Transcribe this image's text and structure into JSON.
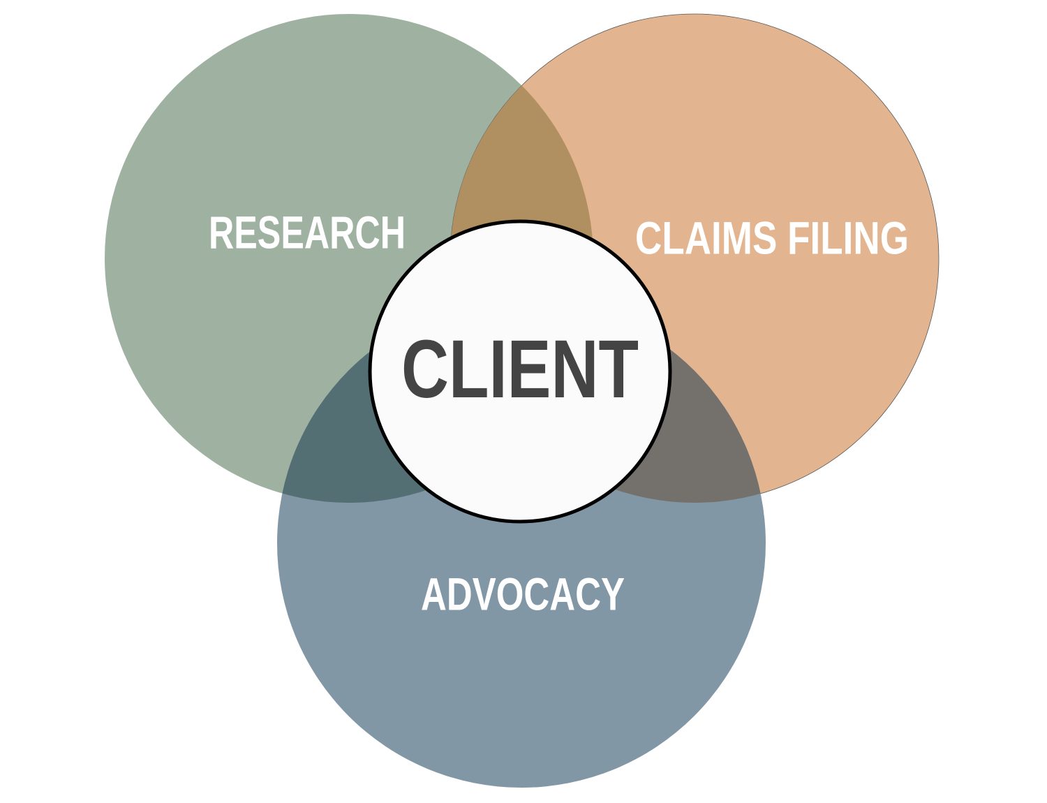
{
  "diagram": {
    "sets": [
      {
        "id": "research",
        "label": "RESEARCH",
        "color": "#9fb2a2"
      },
      {
        "id": "claims",
        "label": "CLAIMS FILING",
        "color": "#e2b590"
      },
      {
        "id": "advocacy",
        "label": "ADVOCACY",
        "color": "#8297a6"
      }
    ],
    "overlaps": {
      "research_claims": "#b08f61",
      "research_advocacy": "#536f74",
      "claims_advocacy": "#74716c"
    },
    "center": {
      "label": "CLIENT",
      "fill": "#fbfbfb",
      "stroke": "#000000",
      "text_color": "#444444"
    },
    "label_color": "#ffffff"
  }
}
